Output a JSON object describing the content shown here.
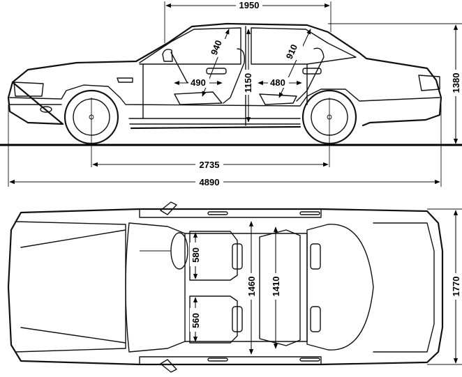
{
  "dimensions": {
    "wheelbase_roof": "1950",
    "front_legroom": "940",
    "rear_legroom": "910",
    "front_seat_depth": "490",
    "rear_seat_depth": "480",
    "interior_height": "1150",
    "overall_height": "1380",
    "wheelbase": "2735",
    "overall_length": "4890",
    "seat_width_top": "580",
    "seat_width_bottom": "560",
    "front_interior_width": "1460",
    "rear_interior_width": "1410",
    "overall_width": "1770"
  }
}
